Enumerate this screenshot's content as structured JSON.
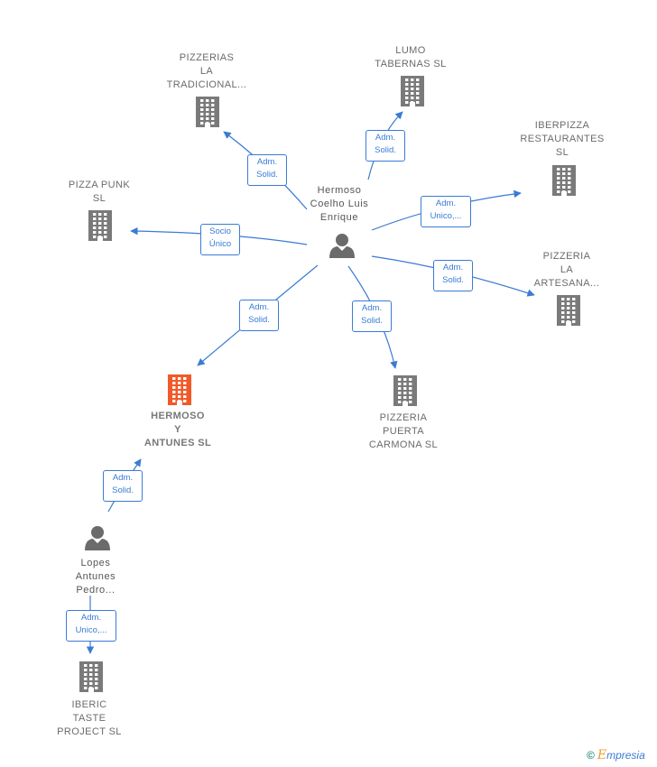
{
  "nodes": [
    {
      "id": "pizzerias_tradicional",
      "type": "company",
      "lines": [
        "PIZZERIAS",
        "LA",
        "TRADICIONAL..."
      ],
      "color": "#7a7a7a",
      "bold": false
    },
    {
      "id": "lumo_tabernas",
      "type": "company",
      "lines": [
        "LUMO",
        "TABERNAS  SL"
      ],
      "color": "#7a7a7a",
      "bold": false
    },
    {
      "id": "iberpizza",
      "type": "company",
      "lines": [
        "IBERPIZZA",
        "RESTAURANTES",
        "SL"
      ],
      "color": "#7a7a7a",
      "bold": false
    },
    {
      "id": "pizza_punk",
      "type": "company",
      "lines": [
        "PIZZA PUNK",
        "SL"
      ],
      "color": "#7a7a7a",
      "bold": false
    },
    {
      "id": "pizzeria_artesana",
      "type": "company",
      "lines": [
        "PIZZERIA",
        "LA",
        "ARTESANA..."
      ],
      "color": "#7a7a7a",
      "bold": false
    },
    {
      "id": "hermoso_antunes",
      "type": "company",
      "lines": [
        "HERMOSO",
        "Y",
        "ANTUNES  SL"
      ],
      "color": "#f05a28",
      "bold": true
    },
    {
      "id": "pizzeria_carmona",
      "type": "company",
      "lines": [
        "PIZZERIA",
        "PUERTA",
        "CARMONA  SL"
      ],
      "color": "#7a7a7a",
      "bold": false
    },
    {
      "id": "iberic_taste",
      "type": "company",
      "lines": [
        "IBERIC",
        "TASTE",
        "PROJECT  SL"
      ],
      "color": "#7a7a7a",
      "bold": false
    },
    {
      "id": "hermoso_coelho",
      "type": "person",
      "lines": [
        "Hermoso",
        "Coelho Luis",
        "Enrique"
      ],
      "color": "#6b6b6b",
      "bold": false
    },
    {
      "id": "lopes_antunes",
      "type": "person",
      "lines": [
        "Lopes",
        "Antunes",
        "Pedro..."
      ],
      "color": "#6b6b6b",
      "bold": false
    }
  ],
  "edges": [
    {
      "from": "hermoso_coelho",
      "to": "pizzerias_tradicional",
      "label": [
        "Adm.",
        "Solid."
      ]
    },
    {
      "from": "hermoso_coelho",
      "to": "lumo_tabernas",
      "label": [
        "Adm.",
        "Solid."
      ]
    },
    {
      "from": "hermoso_coelho",
      "to": "iberpizza",
      "label": [
        "Adm.",
        "Unico,..."
      ]
    },
    {
      "from": "hermoso_coelho",
      "to": "pizza_punk",
      "label": [
        "Socio",
        "Único"
      ]
    },
    {
      "from": "hermoso_coelho",
      "to": "pizzeria_artesana",
      "label": [
        "Adm.",
        "Solid."
      ]
    },
    {
      "from": "hermoso_coelho",
      "to": "hermoso_antunes",
      "label": [
        "Adm.",
        "Solid."
      ]
    },
    {
      "from": "hermoso_coelho",
      "to": "pizzeria_carmona",
      "label": [
        "Adm.",
        "Solid."
      ]
    },
    {
      "from": "lopes_antunes",
      "to": "hermoso_antunes",
      "label": [
        "Adm.",
        "Solid."
      ]
    },
    {
      "from": "lopes_antunes",
      "to": "iberic_taste",
      "label": [
        "Adm.",
        "Unico,..."
      ]
    }
  ],
  "colors": {
    "edge": "#3a7bd5",
    "company": "#7a7a7a",
    "highlight": "#f05a28",
    "person": "#6b6b6b"
  },
  "footer": {
    "copyright_symbol": "©",
    "brand_initial": "E",
    "brand_rest": "mpresia"
  }
}
